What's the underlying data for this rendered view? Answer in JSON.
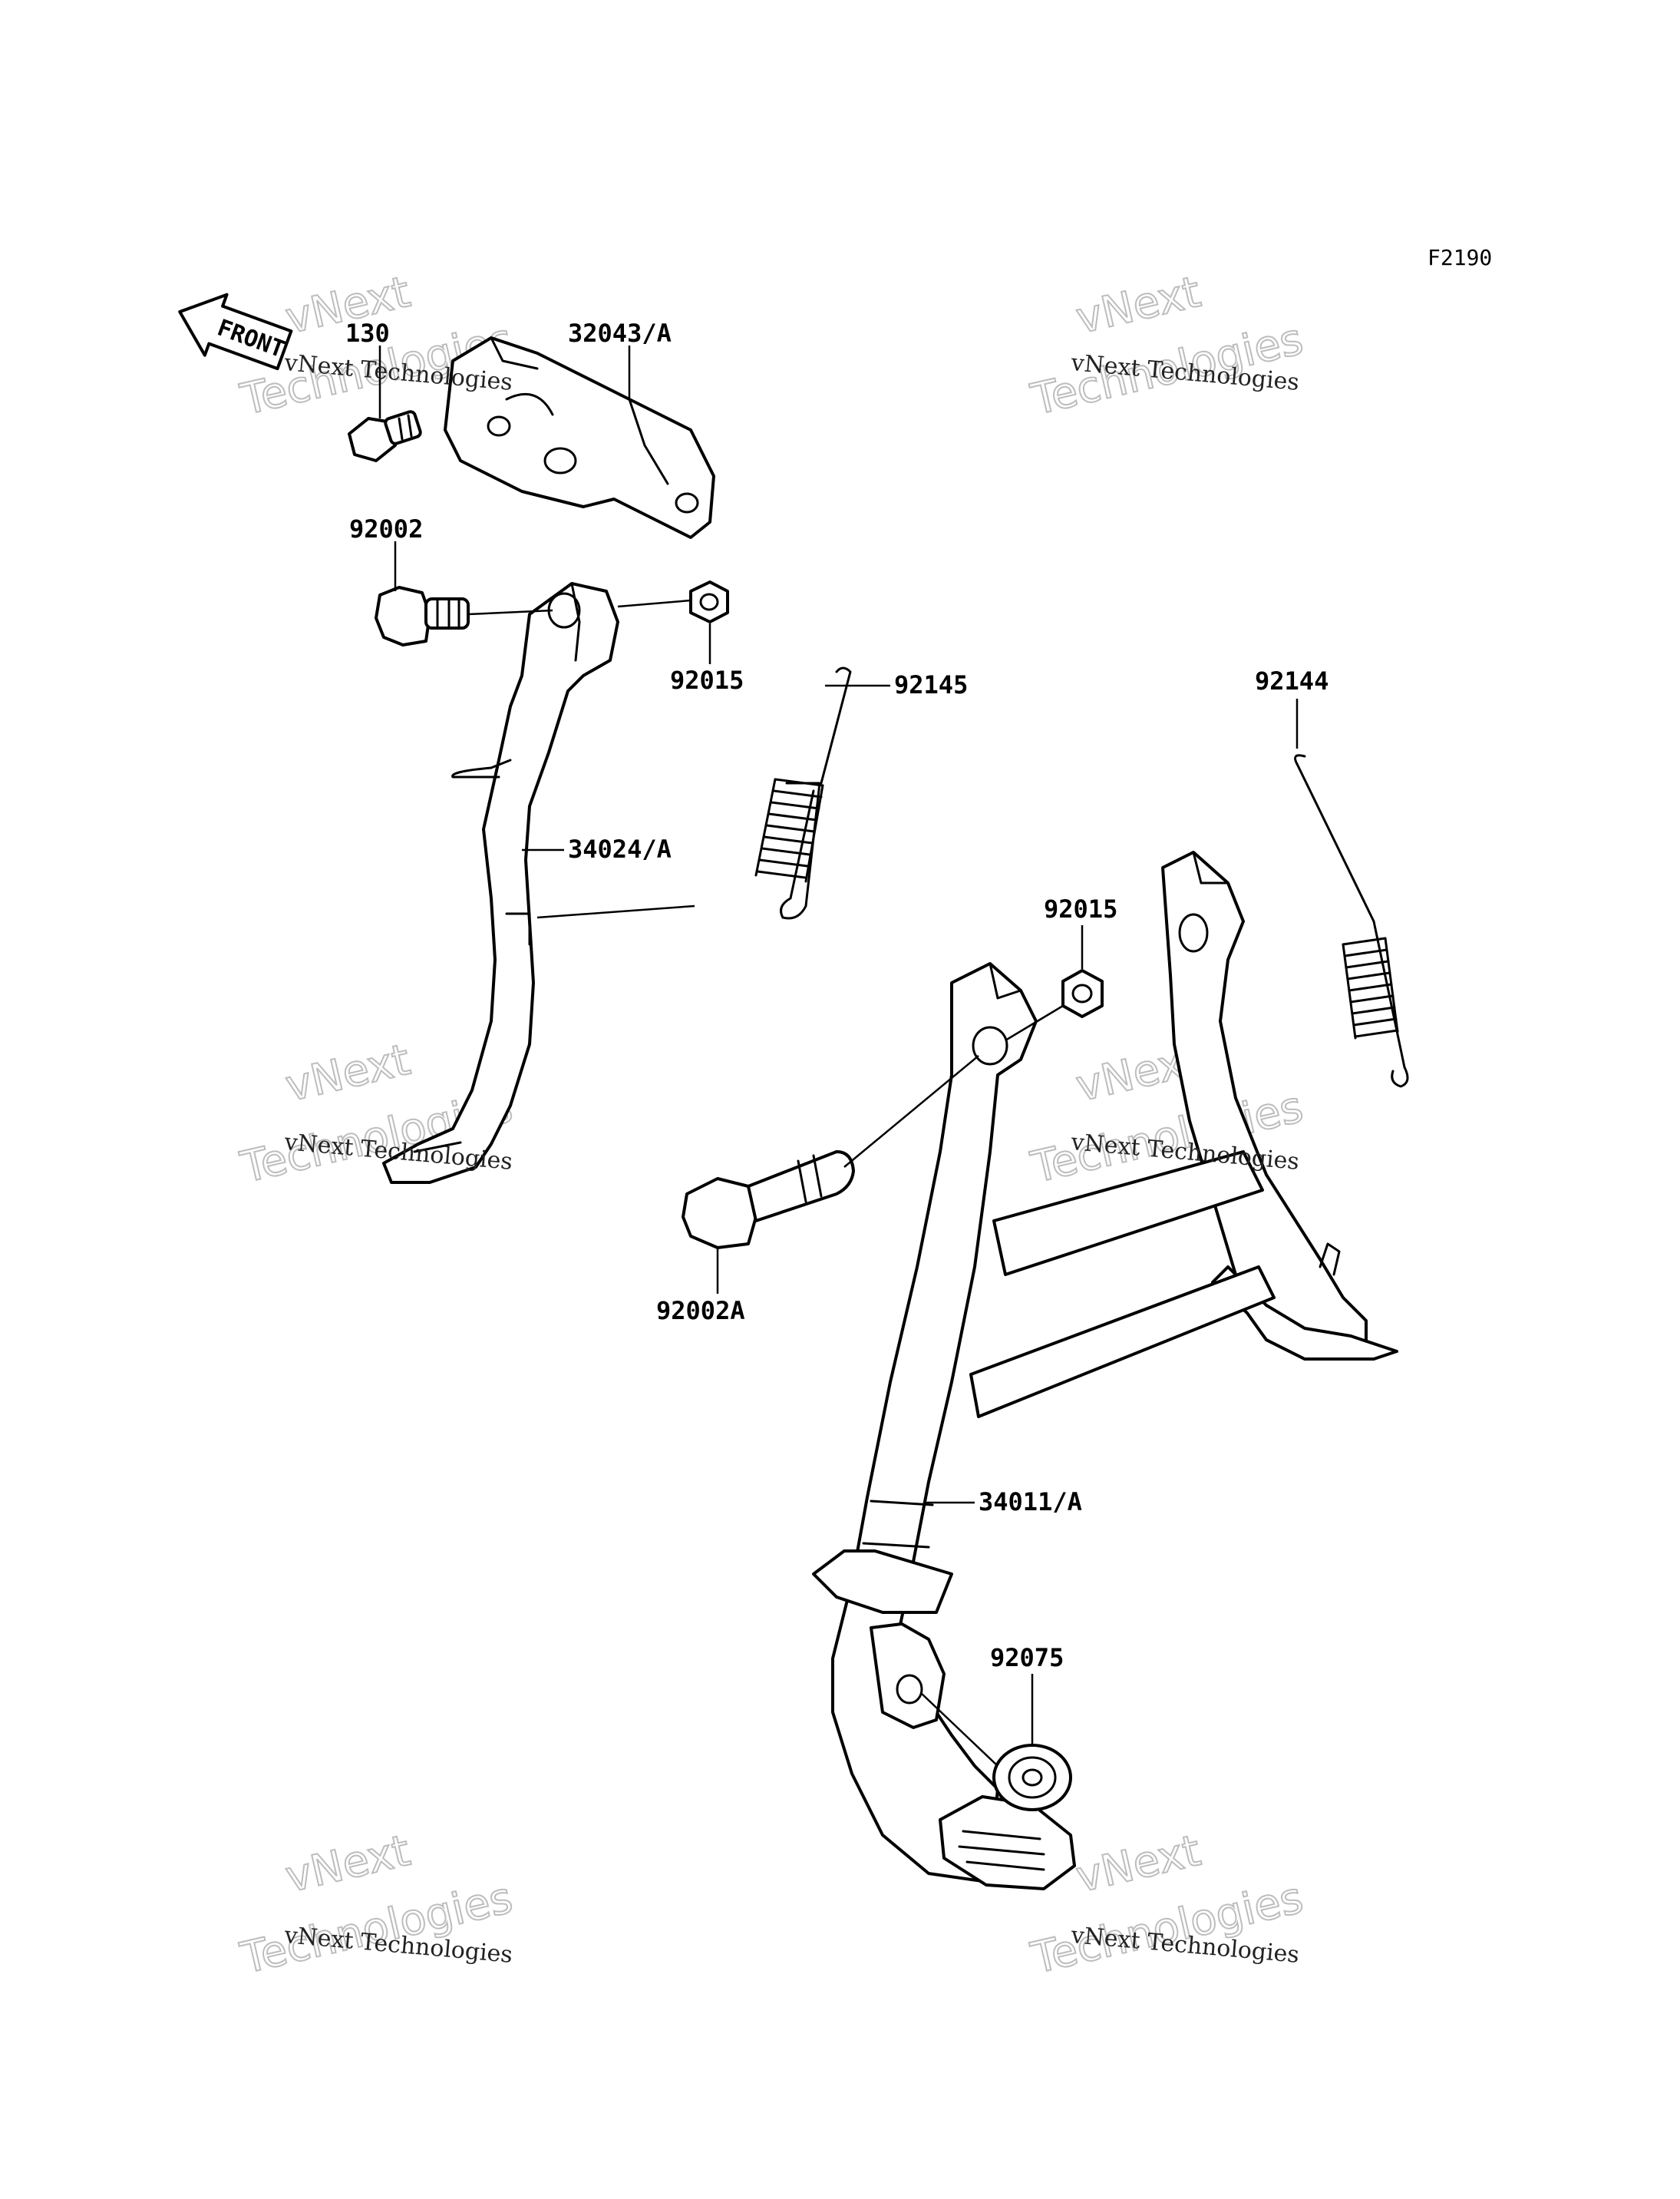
{
  "figure_code": "F2190",
  "front_label": "FRONT",
  "labels": {
    "p130": "130",
    "p32043": "32043/A",
    "p92002": "92002",
    "p92015a": "92015",
    "p92145": "92145",
    "p92144": "92144",
    "p34024": "34024/A",
    "p92015b": "92015",
    "p92002a": "92002A",
    "p34011": "34011/A",
    "p92075": "92075"
  },
  "watermark": {
    "company": "vNext Technologies",
    "top_word": "vNext",
    "bottom_word": "Technologies"
  }
}
